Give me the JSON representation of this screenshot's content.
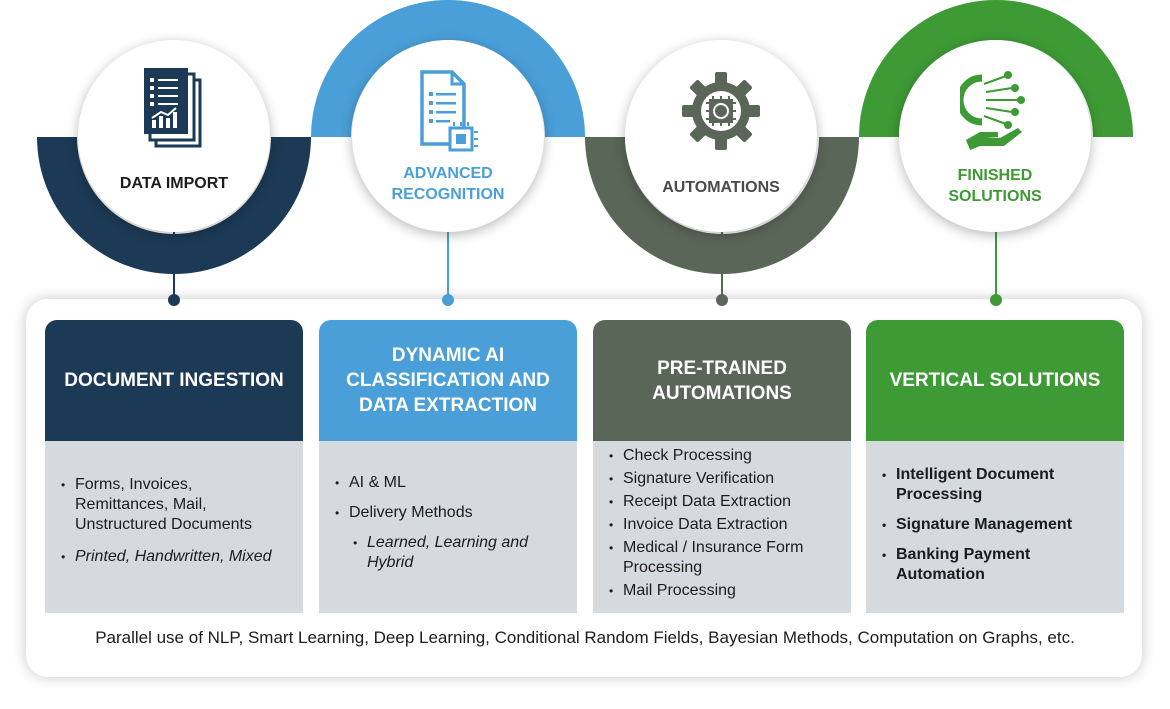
{
  "stages": [
    {
      "title": "DATA IMPORT",
      "icon": "document-chart-icon",
      "color": "#1c3a55"
    },
    {
      "title": "ADVANCED RECOGNITION",
      "icon": "document-chip-icon",
      "color": "#4a9fd8"
    },
    {
      "title": "AUTOMATIONS",
      "icon": "gear-chip-icon",
      "color": "#5a6658"
    },
    {
      "title": "FINISHED SOLUTIONS",
      "icon": "hand-network-icon",
      "color": "#3e9a35"
    }
  ],
  "cards": [
    {
      "heading": "DOCUMENT INGESTION",
      "items": [
        "Forms, Invoices, Remittances, Mail, Unstructured Documents",
        "Printed, Handwritten, Mixed"
      ]
    },
    {
      "heading": "DYNAMIC AI CLASSIFICATION AND DATA EXTRACTION",
      "items": [
        "AI & ML",
        "Delivery Methods",
        "Learned, Learning and Hybrid"
      ]
    },
    {
      "heading": "PRE-TRAINED AUTOMATIONS",
      "items": [
        "Check Processing",
        "Signature Verification",
        "Receipt Data Extraction",
        "Invoice Data Extraction",
        "Medical / Insurance Form Processing",
        "Mail Processing"
      ]
    },
    {
      "heading": "VERTICAL SOLUTIONS",
      "items": [
        "Intelligent Document Processing",
        "Signature Management",
        "Banking Payment Automation"
      ]
    }
  ],
  "footer": "Parallel use of NLP, Smart Learning, Deep Learning, Conditional Random Fields, Bayesian Methods, Computation on Graphs, etc."
}
